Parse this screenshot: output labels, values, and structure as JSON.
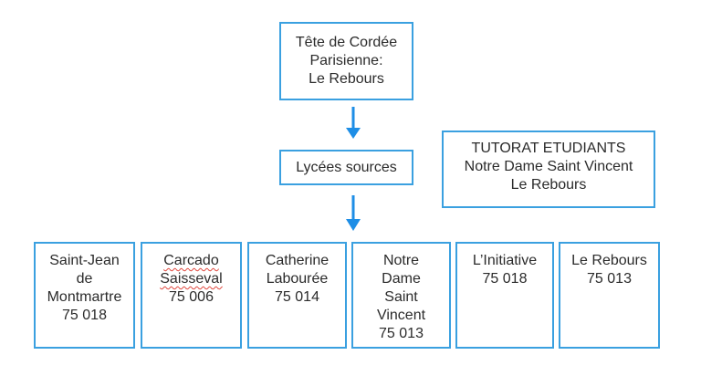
{
  "colors": {
    "box_border": "#3aa0e0",
    "arrow": "#1e8ee6",
    "text": "#2b2b2b",
    "spellcheck_underline": "#e0463c"
  },
  "root": {
    "lines": [
      "Tête de Cordée",
      "Parisienne:",
      "Le Rebours"
    ]
  },
  "sources": {
    "label": "Lycées sources"
  },
  "tutorat": {
    "lines": [
      "TUTORAT ETUDIANTS",
      "Notre Dame Saint Vincent",
      "Le Rebours"
    ]
  },
  "schools": [
    {
      "lines": [
        "Saint-Jean",
        "de",
        "Montmartre",
        "75 018"
      ]
    },
    {
      "lines": [
        "Carcado",
        "Saisseval",
        "75 006"
      ]
    },
    {
      "lines": [
        "Catherine",
        "Labourée",
        "75 014"
      ]
    },
    {
      "lines": [
        "Notre",
        "Dame",
        "Saint",
        "Vincent",
        "75 013"
      ]
    },
    {
      "lines": [
        "L’Initiative",
        "75 018"
      ]
    },
    {
      "lines": [
        "Le Rebours",
        "75 013"
      ]
    }
  ]
}
